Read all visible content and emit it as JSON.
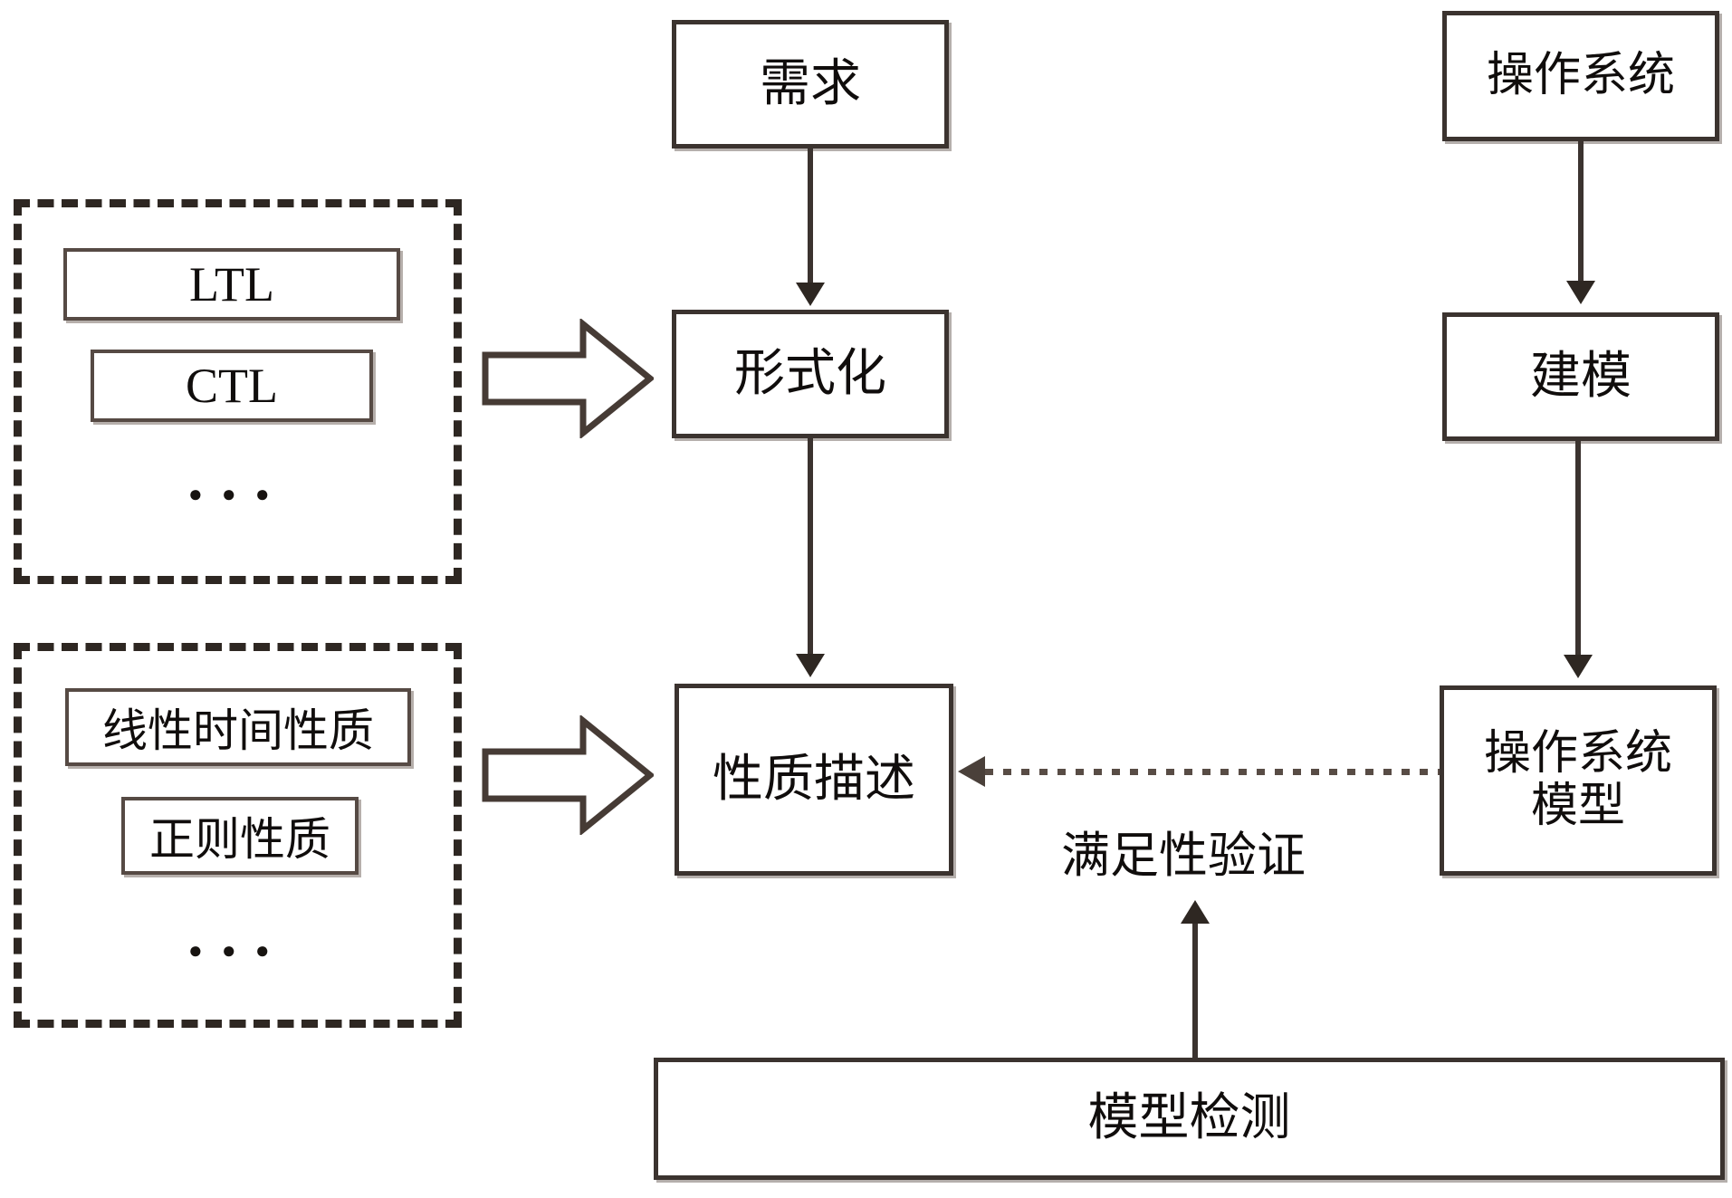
{
  "diagram": {
    "title_text_present": false,
    "colors": {
      "node_border": "#3b332f",
      "chip_border": "#564a44",
      "dashed_border": "#2e2722",
      "arrow": "#2e2722",
      "dotted_arrow": "#584c45",
      "text": "#100d0c",
      "background": "#ffffff"
    }
  },
  "groups": {
    "logic_group": {
      "name": "temporal-logic-group",
      "items": [
        {
          "label": "LTL",
          "script": "latin"
        },
        {
          "label": "CTL",
          "script": "latin"
        }
      ],
      "ellipsis": "● ● ●"
    },
    "property_group": {
      "name": "property-kinds-group",
      "items": [
        {
          "label": "线性时间性质",
          "script": "cjk"
        },
        {
          "label": "正则性质",
          "script": "cjk"
        }
      ],
      "ellipsis": "● ● ●"
    }
  },
  "nodes": {
    "requirement": "需求",
    "formalization": "形式化",
    "property_description": "性质描述",
    "operating_system": "操作系统",
    "modeling": "建模",
    "os_model": "操作系统模型",
    "os_model_line1": "操作系统",
    "os_model_line2": "模型",
    "model_checking": "模型检测"
  },
  "edge_labels": {
    "satisfaction_verification": "满足性验证"
  },
  "icons": {
    "block_arrow_right": "block-arrow-right-icon",
    "arrow_down": "arrow-down-icon",
    "arrow_up": "arrow-up-icon",
    "dotted_arrow_left": "dotted-arrow-left-icon",
    "ellipsis": "ellipsis-icon"
  }
}
